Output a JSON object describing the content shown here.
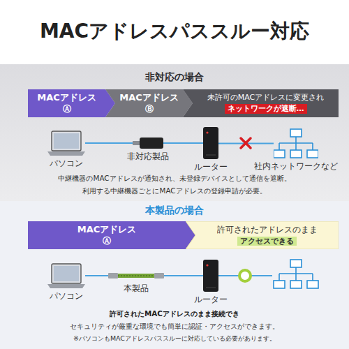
{
  "diagram": {
    "title": "MACアドレスパススルー対応",
    "nodes": [
      {
        "text": [
          "MACアドレス",
          "Ⓐ"
        ]
      },
      {
        "text": [
          "MACアドレス",
          "Ⓑ"
        ]
      },
      {
        "text": [
          "未許可のMACアドレスに変更され",
          "ネットワークが遮断…"
        ]
      },
      {
        "text": [
          "パソコン"
        ]
      },
      {
        "text": [
          "非対応製品"
        ]
      },
      {
        "text": [
          "ルーター"
        ]
      },
      {
        "text": [
          "社内ネットワークなど"
        ]
      },
      {
        "text": [
          "MACアドレス",
          "Ⓐ"
        ]
      },
      {
        "text": [
          "許可されたアドレスのまま",
          "アクセスできる"
        ]
      },
      {
        "text": [
          "パソコン"
        ]
      },
      {
        "text": [
          "本製品"
        ]
      },
      {
        "text": [
          "ルーター"
        ]
      }
    ],
    "edges": [
      {
        "from": 3,
        "to": 4,
        "arrow": "none"
      },
      {
        "from": 4,
        "to": 5,
        "arrow": "none"
      },
      {
        "from": 5,
        "to": 6,
        "arrow": "none"
      },
      {
        "from": 9,
        "to": 10,
        "arrow": "none"
      },
      {
        "from": 10,
        "to": 11,
        "arrow": "none"
      }
    ],
    "labels": [
      "非対応の場合",
      "中継機器のMACアドレスが通知され、未登録デバイスとして通信を遮断。",
      "利用する中継機器ごとにMACアドレスの登録申請が必要。",
      "本製品の場合",
      "許可されたMACアドレスのまま接続でき",
      "セキュリティが厳重な環境でも簡単に認証・アクセスができます。",
      "※パソコンもMACアドレスパススルーに対応している必要があります。"
    ]
  }
}
